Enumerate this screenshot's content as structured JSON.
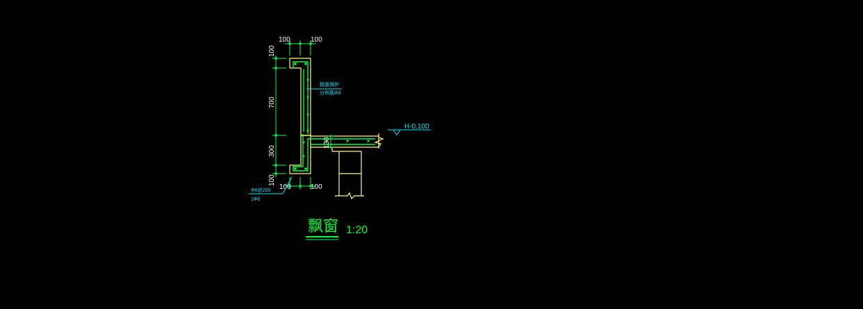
{
  "drawing": {
    "title": "飘窗",
    "scale": "1:20",
    "dims": {
      "top_left": "100",
      "top_right": "100",
      "bottom_left": "100",
      "bottom_right": "100",
      "v_top": "100",
      "v_mid": "700",
      "v_low": "300",
      "v_bottom": "100",
      "slab": "130"
    },
    "notes": {
      "note1": "板面保护",
      "note2": "分布筋Φ8",
      "rebar": "Φ6@200",
      "rebar2": "1Φ6"
    },
    "level": "H-0.100"
  },
  "colors": {
    "background": "#000000",
    "concrete": "#ffff66",
    "rebar": "#00ff3c",
    "dimension": "#00ff3c",
    "annotation": "#00e5ff",
    "text": "#ffffff"
  }
}
